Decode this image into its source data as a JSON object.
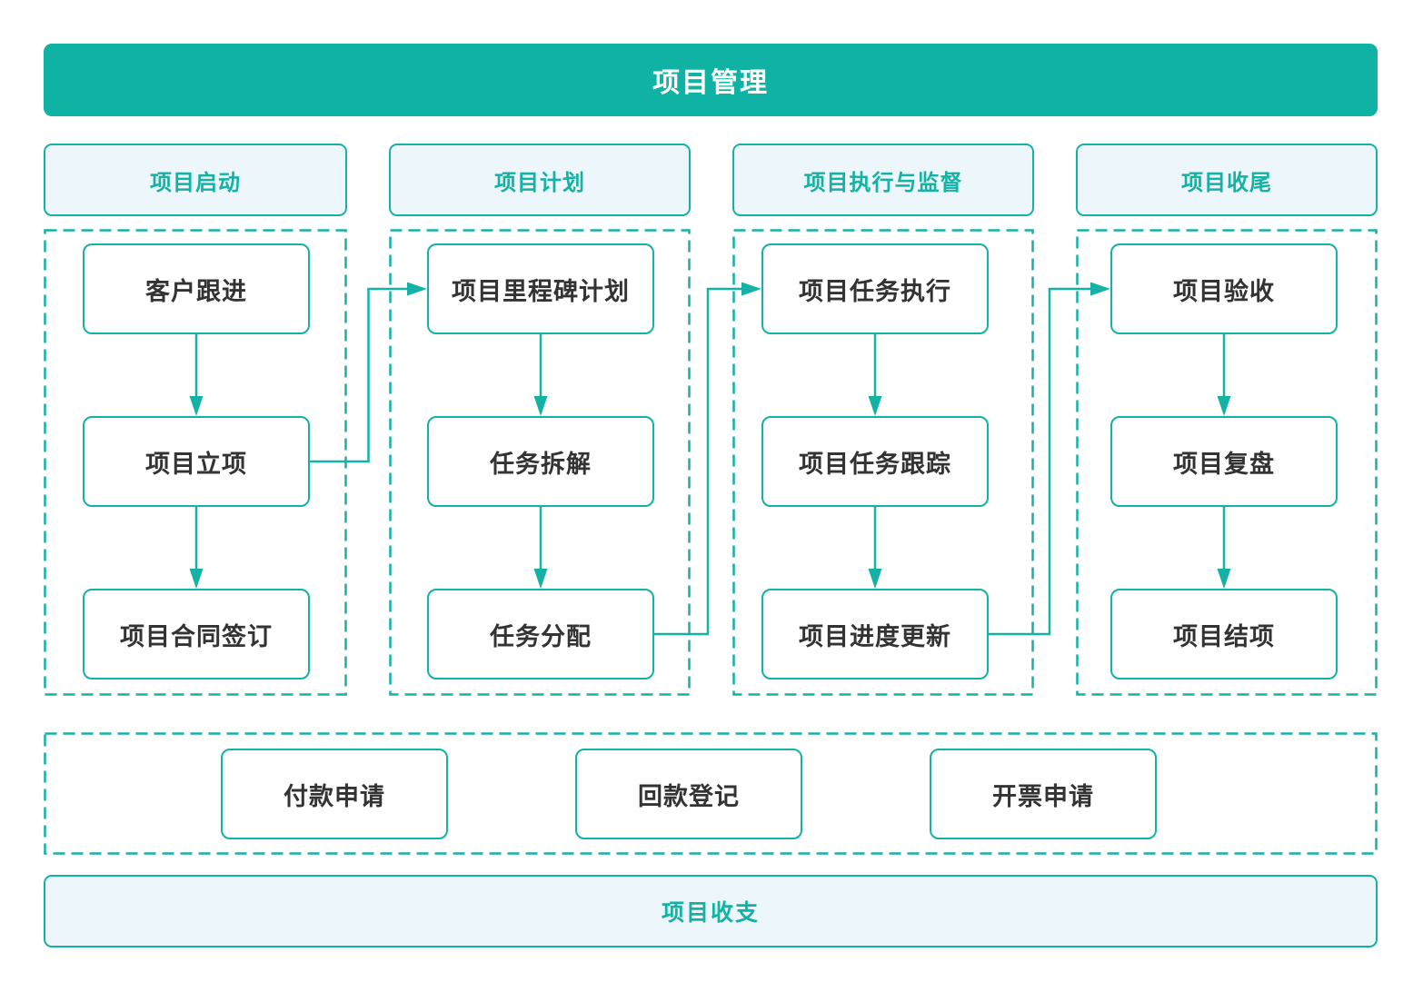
{
  "title": "项目管理",
  "footer": "项目收支",
  "colors": {
    "teal": "#13b2a4",
    "teal_dark": "#0fb2a3",
    "light_blue": "#edf7fb",
    "node_text": "#333333"
  },
  "columns": [
    {
      "header": "项目启动",
      "nodes": [
        {
          "id": "c1n1",
          "label": "客户跟进"
        },
        {
          "id": "c1n2",
          "label": "项目立项"
        },
        {
          "id": "c1n3",
          "label": "项目合同签订"
        }
      ]
    },
    {
      "header": "项目计划",
      "nodes": [
        {
          "id": "c2n1",
          "label": "项目里程碑计划"
        },
        {
          "id": "c2n2",
          "label": "任务拆解"
        },
        {
          "id": "c2n3",
          "label": "任务分配"
        }
      ]
    },
    {
      "header": "项目执行与监督",
      "nodes": [
        {
          "id": "c3n1",
          "label": "项目任务执行"
        },
        {
          "id": "c3n2",
          "label": "项目任务跟踪"
        },
        {
          "id": "c3n3",
          "label": "项目进度更新"
        }
      ]
    },
    {
      "header": "项目收尾",
      "nodes": [
        {
          "id": "c4n1",
          "label": "项目验收"
        },
        {
          "id": "c4n2",
          "label": "项目复盘"
        },
        {
          "id": "c4n3",
          "label": "项目结项"
        }
      ]
    }
  ],
  "finance": [
    {
      "id": "f1",
      "label": "付款申请"
    },
    {
      "id": "f2",
      "label": "回款登记"
    },
    {
      "id": "f3",
      "label": "开票申请"
    }
  ],
  "edges": [
    {
      "from": "c1n1",
      "to": "c1n2",
      "kind": "down"
    },
    {
      "from": "c1n2",
      "to": "c1n3",
      "kind": "down"
    },
    {
      "from": "c2n1",
      "to": "c2n2",
      "kind": "down"
    },
    {
      "from": "c2n2",
      "to": "c2n3",
      "kind": "down"
    },
    {
      "from": "c3n1",
      "to": "c3n2",
      "kind": "down"
    },
    {
      "from": "c3n2",
      "to": "c3n3",
      "kind": "down"
    },
    {
      "from": "c4n1",
      "to": "c4n2",
      "kind": "down"
    },
    {
      "from": "c4n2",
      "to": "c4n3",
      "kind": "down"
    },
    {
      "from": "c1n2",
      "to": "c2n1",
      "kind": "elbow"
    },
    {
      "from": "c2n3",
      "to": "c3n1",
      "kind": "elbow"
    },
    {
      "from": "c3n3",
      "to": "c4n1",
      "kind": "elbow"
    }
  ]
}
